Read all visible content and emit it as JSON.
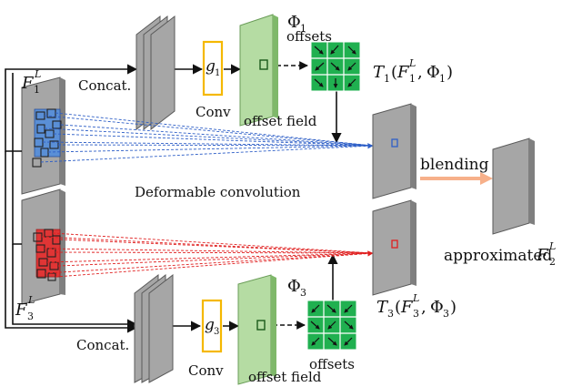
{
  "labels": {
    "concat": "Concat.",
    "conv": "Conv",
    "offsets": "offsets",
    "offset_field": "offset field",
    "blending": "blending",
    "deformable_convolution": "Deformable convolution",
    "approximated": "approximated"
  },
  "math": {
    "F": "F",
    "sup_L": "L",
    "sub_1": "1",
    "sub_2": "2",
    "sub_3": "3",
    "g": "g",
    "Phi": "Φ",
    "T": "T",
    "open": "(",
    "comma": ",",
    "close": ")"
  },
  "colors": {
    "feature_map": "#a6a6a6",
    "feature_map_side": "#7f7f7f",
    "feature_map_edge": "#595959",
    "conv_box": "#f5b800",
    "offset_field": "#b5dca3",
    "offset_field_side": "#7fb86a",
    "offsets_cell": "#20b050",
    "blue_patch": "#5a8fd6",
    "blue_lines": "#2e5fc7",
    "red_patch": "#e03535",
    "red_lines": "#e02020",
    "blend_arrow": "#f7b08a"
  }
}
